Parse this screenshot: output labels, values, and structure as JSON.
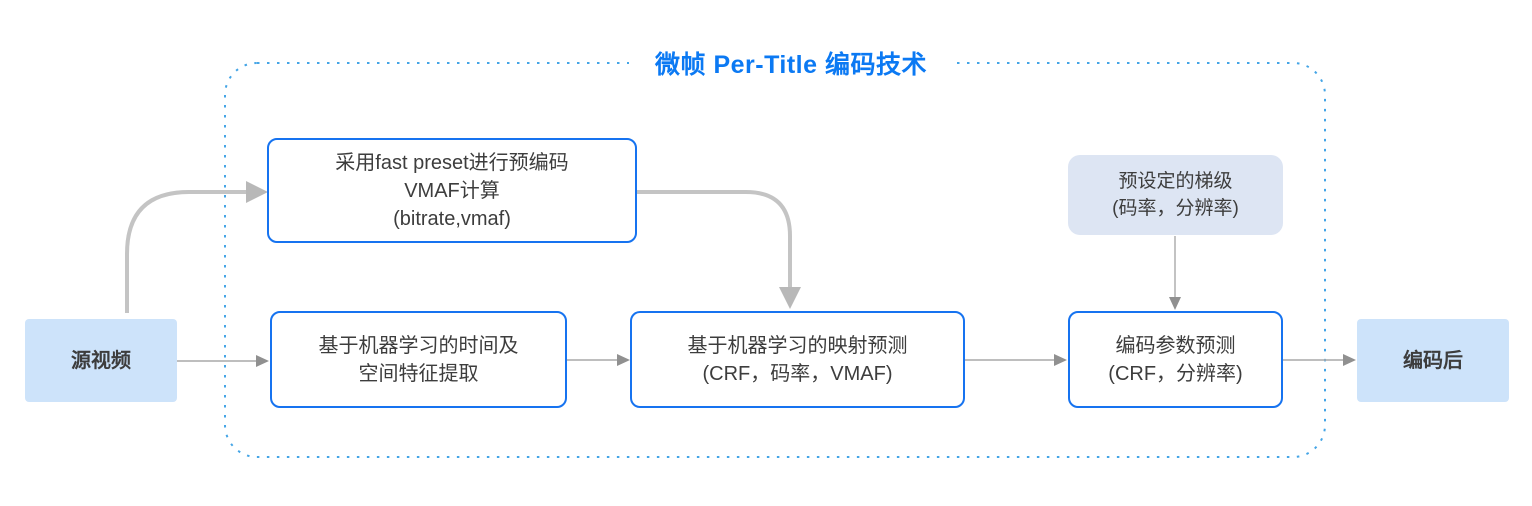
{
  "diagram": {
    "title": "微帧 Per-Title 编码技术",
    "nodes": {
      "source": {
        "label": "源视频"
      },
      "pre_encode": {
        "lines": [
          "采用fast preset进行预编码",
          "VMAF计算",
          "(bitrate,vmaf)"
        ]
      },
      "feature_extract": {
        "lines": [
          "基于机器学习的时间及",
          "空间特征提取"
        ]
      },
      "mapping_predict": {
        "lines": [
          "基于机器学习的映射预测",
          "(CRF，码率，VMAF)"
        ]
      },
      "preset_ladder": {
        "lines": [
          "预设定的梯级",
          "(码率，分辨率)"
        ]
      },
      "param_predict": {
        "lines": [
          "编码参数预测",
          "(CRF，分辨率)"
        ]
      },
      "encoded": {
        "label": "编码后"
      }
    },
    "colors": {
      "title_blue": "#0b79f3",
      "node_border_blue": "#1673f0",
      "container_dotted_blue": "#45a5e6",
      "node_fill_blue": "#cde3fa",
      "ladder_fill_blue": "#dde5f3",
      "arrow_thick_gray": "#c4c4c4",
      "arrow_thin_gray": "#a9a9a9",
      "arrowhead_gray": "#b8b8b8",
      "text_dark": "#3d3d3d",
      "background": "#ffffff"
    }
  }
}
